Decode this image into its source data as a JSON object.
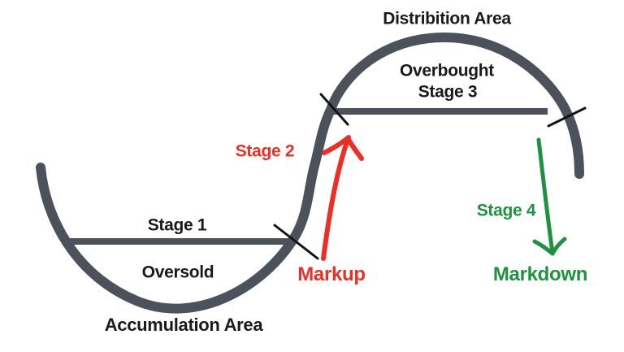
{
  "diagram": {
    "title": "Stock market cycle stages diagram",
    "distribution_area": "Distribition Area",
    "overbought": "Overbought",
    "stage3": "Stage 3",
    "stage2": "Stage 2",
    "markup": "Markup",
    "stage1": "Stage 1",
    "oversold": "Oversold",
    "accumulation_area": "Accumulation Area",
    "stage4": "Stage 4",
    "markdown": "Markdown",
    "colors": {
      "curve": "#4c515c",
      "range_line": "#4c515c",
      "tick": "#141414",
      "markup_red": "#ee2e24",
      "markdown_green": "#1f923f",
      "text": "#1a1a1a",
      "background": "#ffffff"
    }
  }
}
